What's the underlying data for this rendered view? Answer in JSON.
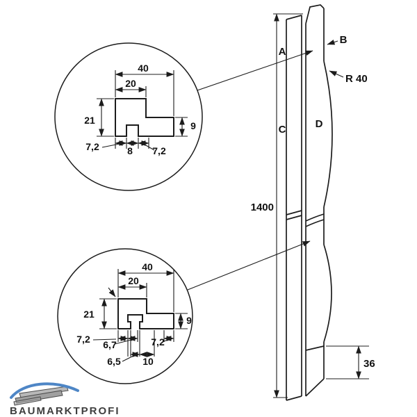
{
  "figure": {
    "type": "technical-drawing",
    "line_color": "#1c1c1c",
    "background": "#ffffff"
  },
  "detail_top": {
    "width": "40",
    "inner_width": "20",
    "height_left": "21",
    "height_right": "9",
    "bottom_left": "7,2",
    "bottom_groove": "8",
    "bottom_right": "7,2"
  },
  "detail_bottom": {
    "width": "40",
    "inner_width": "20",
    "height_left": "21",
    "height_right": "9",
    "chain_left": "7,2",
    "chain_mid": "6,7",
    "chain_right": "7,2",
    "slot_opening": "6,5",
    "slot_width": "10"
  },
  "profile": {
    "label_a": "A",
    "label_b": "B",
    "label_c": "C",
    "label_d": "D",
    "length": "1400",
    "radius": "R 40",
    "bottom_section": "36"
  },
  "logo": {
    "name": "BAUMARKTPROFI",
    "icon": "plank-stack-roof-icon",
    "swoosh_color": "#4e86c6",
    "stack_color": "#a0a0a0",
    "text_color": "#3e3e3e"
  }
}
